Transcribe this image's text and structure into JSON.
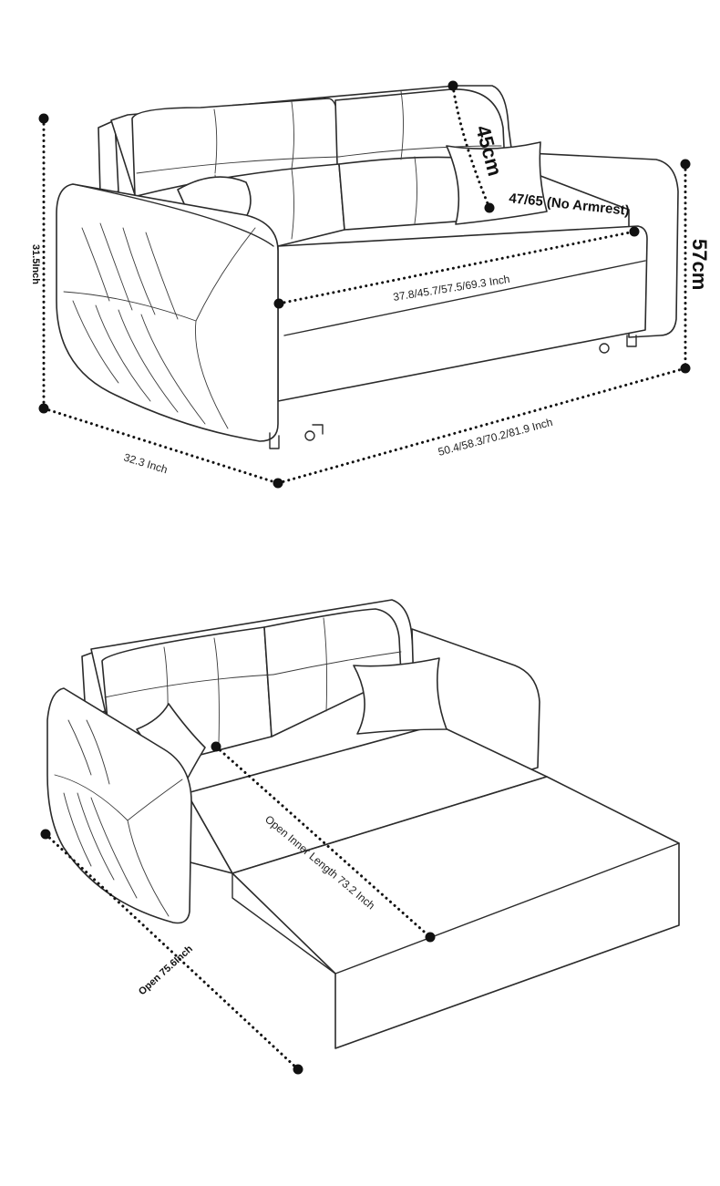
{
  "top_diagram": {
    "back_height_cm": "45cm",
    "seat_depth": "47/65 (No Armrest)",
    "total_height_cm": "57cm",
    "height_inch": "31.5Inch",
    "seat_width_inch": "37.8/45.7/57.5/69.3 Inch",
    "depth_inch": "32.3 Inch",
    "total_width_inch": "50.4/58.3/70.2/81.9 Inch"
  },
  "bottom_diagram": {
    "open_inner_length": "Open Inner Length 73.2 Inch",
    "open_length": "Open 75.6Inch"
  }
}
